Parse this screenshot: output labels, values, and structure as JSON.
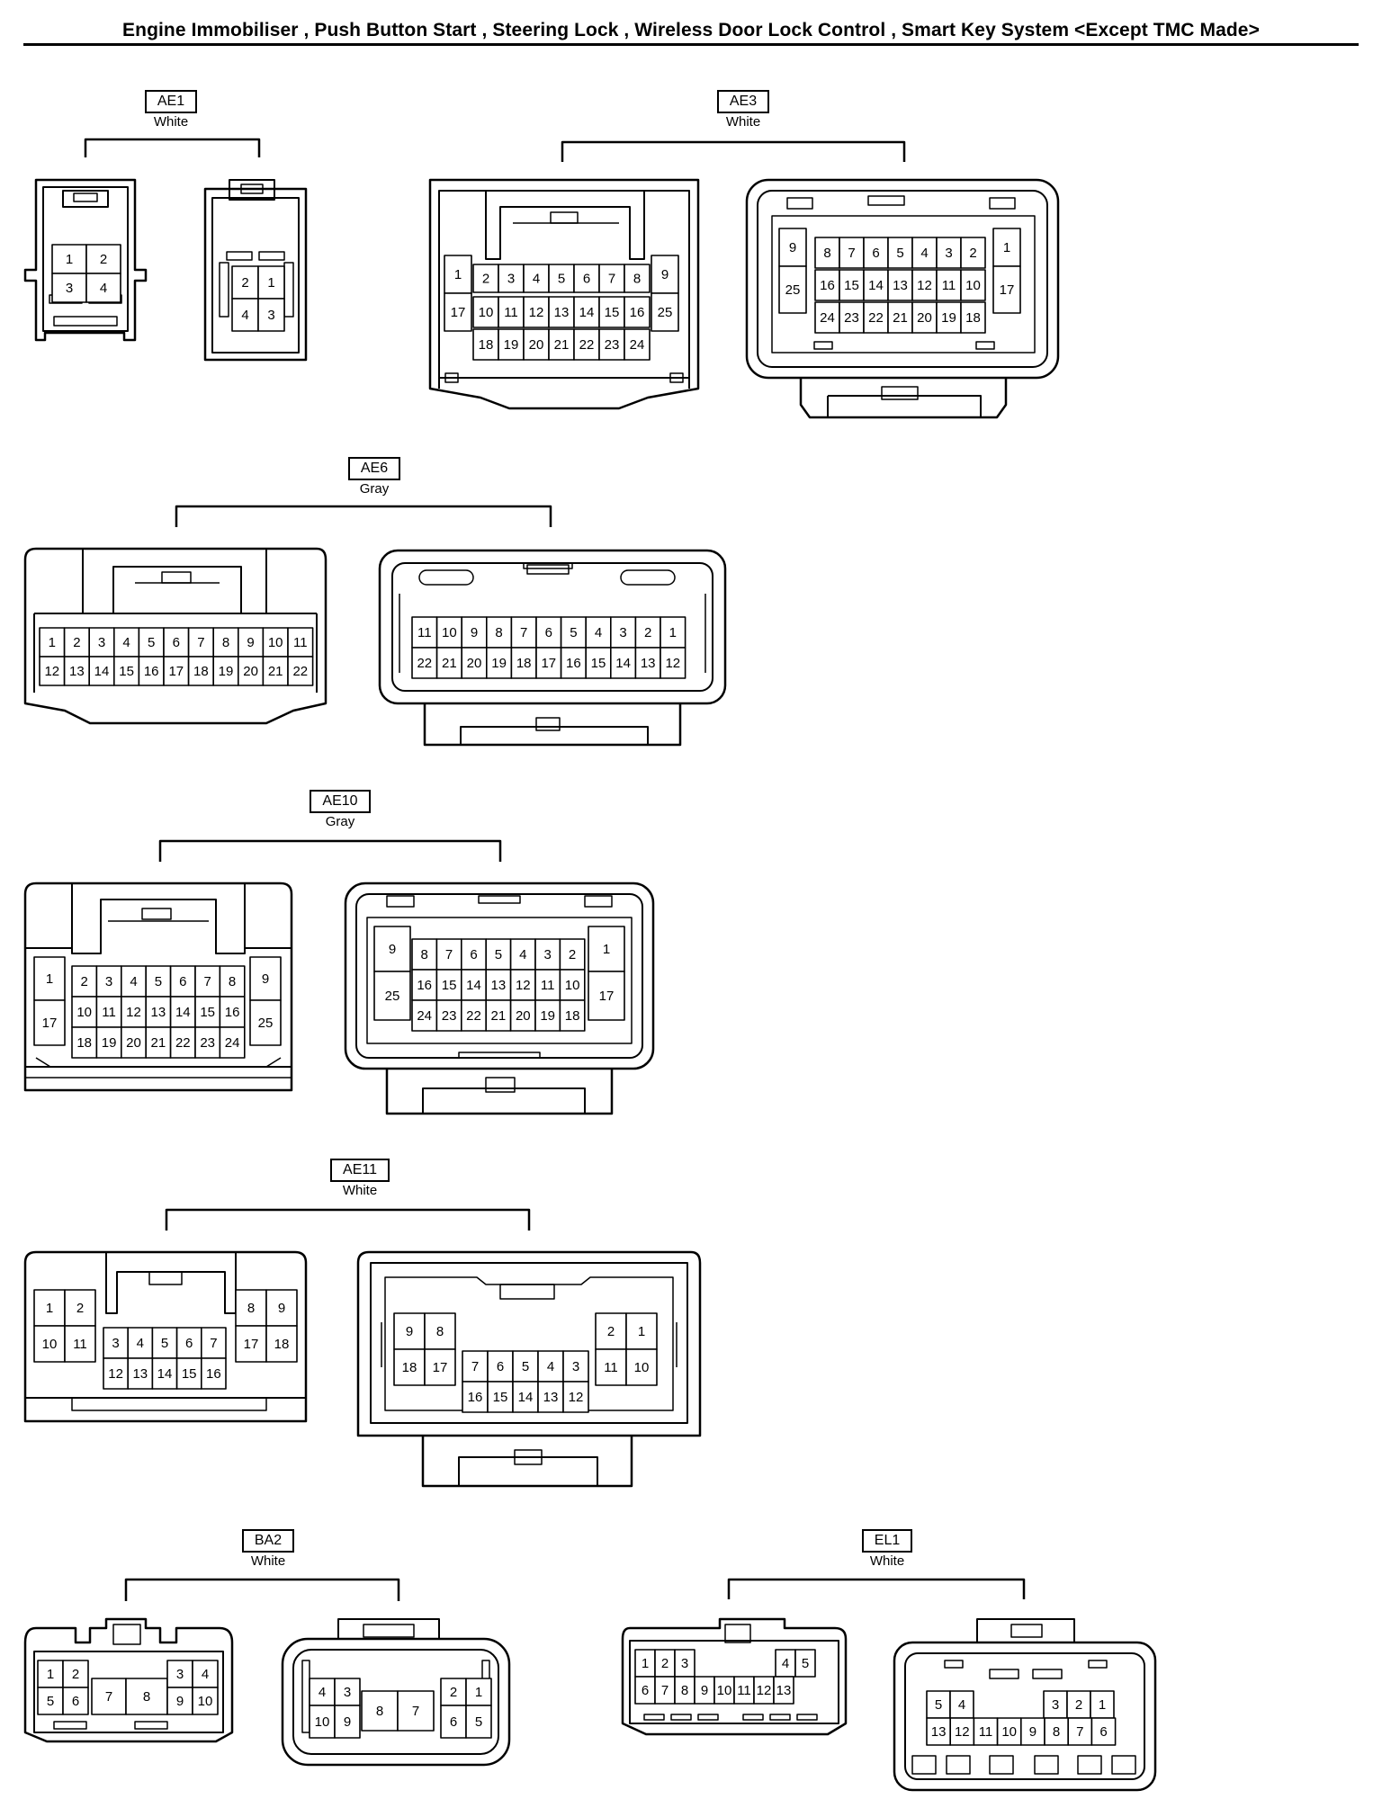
{
  "title": "Engine Immobiliser , Push Button Start , Steering Lock , Wireless Door Lock Control , Smart Key System <Except TMC Made>",
  "connectors": [
    {
      "id": "AE1",
      "color": "White",
      "left_pins": [
        "1",
        "2",
        "3",
        "4"
      ],
      "right_pins": [
        "2",
        "1",
        "4",
        "3"
      ]
    },
    {
      "id": "AE3",
      "color": "White",
      "left_pins": [
        "1",
        "2",
        "3",
        "4",
        "5",
        "6",
        "7",
        "8",
        "9",
        "17",
        "10",
        "11",
        "12",
        "13",
        "14",
        "15",
        "16",
        "25",
        "18",
        "19",
        "20",
        "21",
        "22",
        "23",
        "24"
      ],
      "right_pins": [
        "9",
        "8",
        "7",
        "6",
        "5",
        "4",
        "3",
        "2",
        "1",
        "25",
        "16",
        "15",
        "14",
        "13",
        "12",
        "11",
        "10",
        "17",
        "24",
        "23",
        "22",
        "21",
        "20",
        "19",
        "18"
      ]
    },
    {
      "id": "AE6",
      "color": "Gray",
      "left_pins": [
        "1",
        "2",
        "3",
        "4",
        "5",
        "6",
        "7",
        "8",
        "9",
        "10",
        "11",
        "12",
        "13",
        "14",
        "15",
        "16",
        "17",
        "18",
        "19",
        "20",
        "21",
        "22"
      ],
      "right_pins": [
        "11",
        "10",
        "9",
        "8",
        "7",
        "6",
        "5",
        "4",
        "3",
        "2",
        "1",
        "22",
        "21",
        "20",
        "19",
        "18",
        "17",
        "16",
        "15",
        "14",
        "13",
        "12"
      ]
    },
    {
      "id": "AE10",
      "color": "Gray",
      "left_pins": [
        "1",
        "2",
        "3",
        "4",
        "5",
        "6",
        "7",
        "8",
        "9",
        "17",
        "10",
        "11",
        "12",
        "13",
        "14",
        "15",
        "16",
        "25",
        "18",
        "19",
        "20",
        "21",
        "22",
        "23",
        "24"
      ],
      "right_pins": [
        "9",
        "8",
        "7",
        "6",
        "5",
        "4",
        "3",
        "2",
        "1",
        "25",
        "16",
        "15",
        "14",
        "13",
        "12",
        "11",
        "10",
        "17",
        "24",
        "23",
        "22",
        "21",
        "20",
        "19",
        "18"
      ]
    },
    {
      "id": "AE11",
      "color": "White",
      "left_pins": [
        "1",
        "2",
        "10",
        "11",
        "3",
        "4",
        "5",
        "6",
        "7",
        "12",
        "13",
        "14",
        "15",
        "16",
        "8",
        "9",
        "17",
        "18"
      ],
      "right_pins": [
        "9",
        "8",
        "18",
        "17",
        "7",
        "6",
        "5",
        "4",
        "3",
        "16",
        "15",
        "14",
        "13",
        "12",
        "2",
        "1",
        "11",
        "10"
      ]
    },
    {
      "id": "BA2",
      "color": "White",
      "left_pins": [
        "1",
        "2",
        "5",
        "6",
        "7",
        "8",
        "3",
        "4",
        "9",
        "10"
      ],
      "right_pins": [
        "4",
        "3",
        "10",
        "9",
        "8",
        "7",
        "2",
        "1",
        "6",
        "5"
      ]
    },
    {
      "id": "EL1",
      "color": "White",
      "left_pins": [
        "1",
        "2",
        "3",
        "4",
        "5",
        "6",
        "7",
        "8",
        "9",
        "10",
        "11",
        "12",
        "13"
      ],
      "right_pins": [
        "5",
        "4",
        "3",
        "2",
        "1",
        "13",
        "12",
        "11",
        "10",
        "9",
        "8",
        "7",
        "6"
      ]
    }
  ]
}
